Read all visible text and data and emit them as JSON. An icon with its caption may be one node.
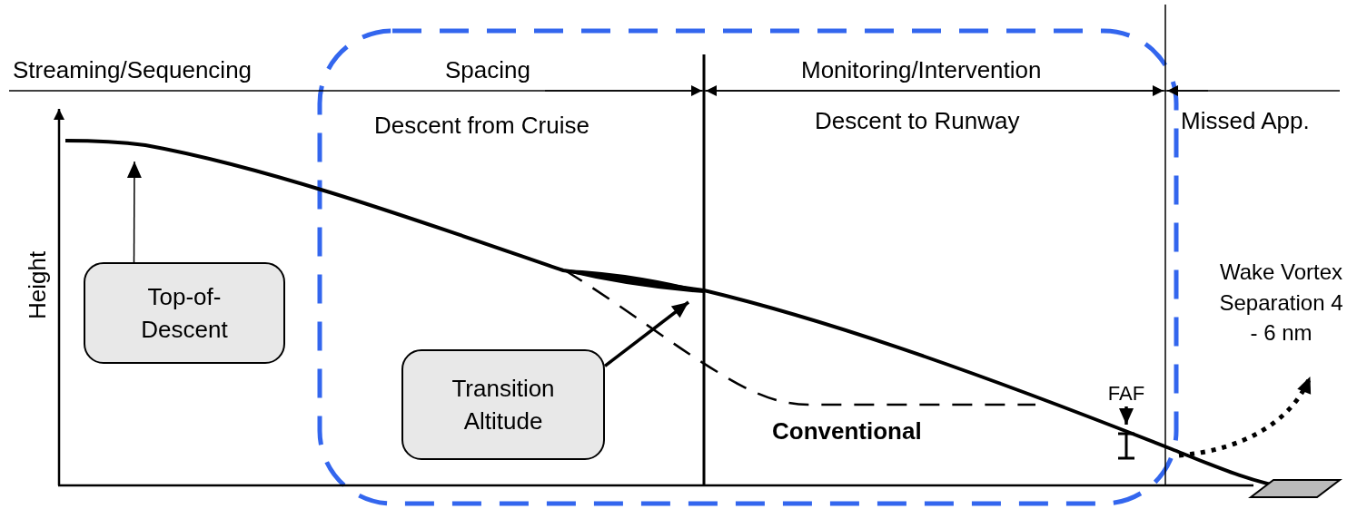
{
  "diagram": {
    "nodes": [
      {
        "text": [
          "Top-of-Descent"
        ]
      },
      {
        "text": [
          "Transition Altitude"
        ]
      },
      {
        "text": [
          "FAF"
        ]
      },
      {
        "text": [
          "Wake Vortex Separation 4 - 6 nm"
        ]
      }
    ],
    "edges": [
      {
        "from": 0,
        "to": null,
        "arrow": "to"
      },
      {
        "from": 1,
        "to": null,
        "arrow": "to"
      },
      {
        "from": 2,
        "to": null,
        "arrow": "to"
      },
      {
        "from": null,
        "to": 3,
        "arrow": "to",
        "style": "dashed"
      }
    ],
    "labels": [
      "Streaming/Sequencing",
      "Spacing",
      "Monitoring/Intervention",
      "Descent from Cruise",
      "Descent to Runway",
      "Missed App.",
      "Height",
      "Conventional"
    ]
  }
}
